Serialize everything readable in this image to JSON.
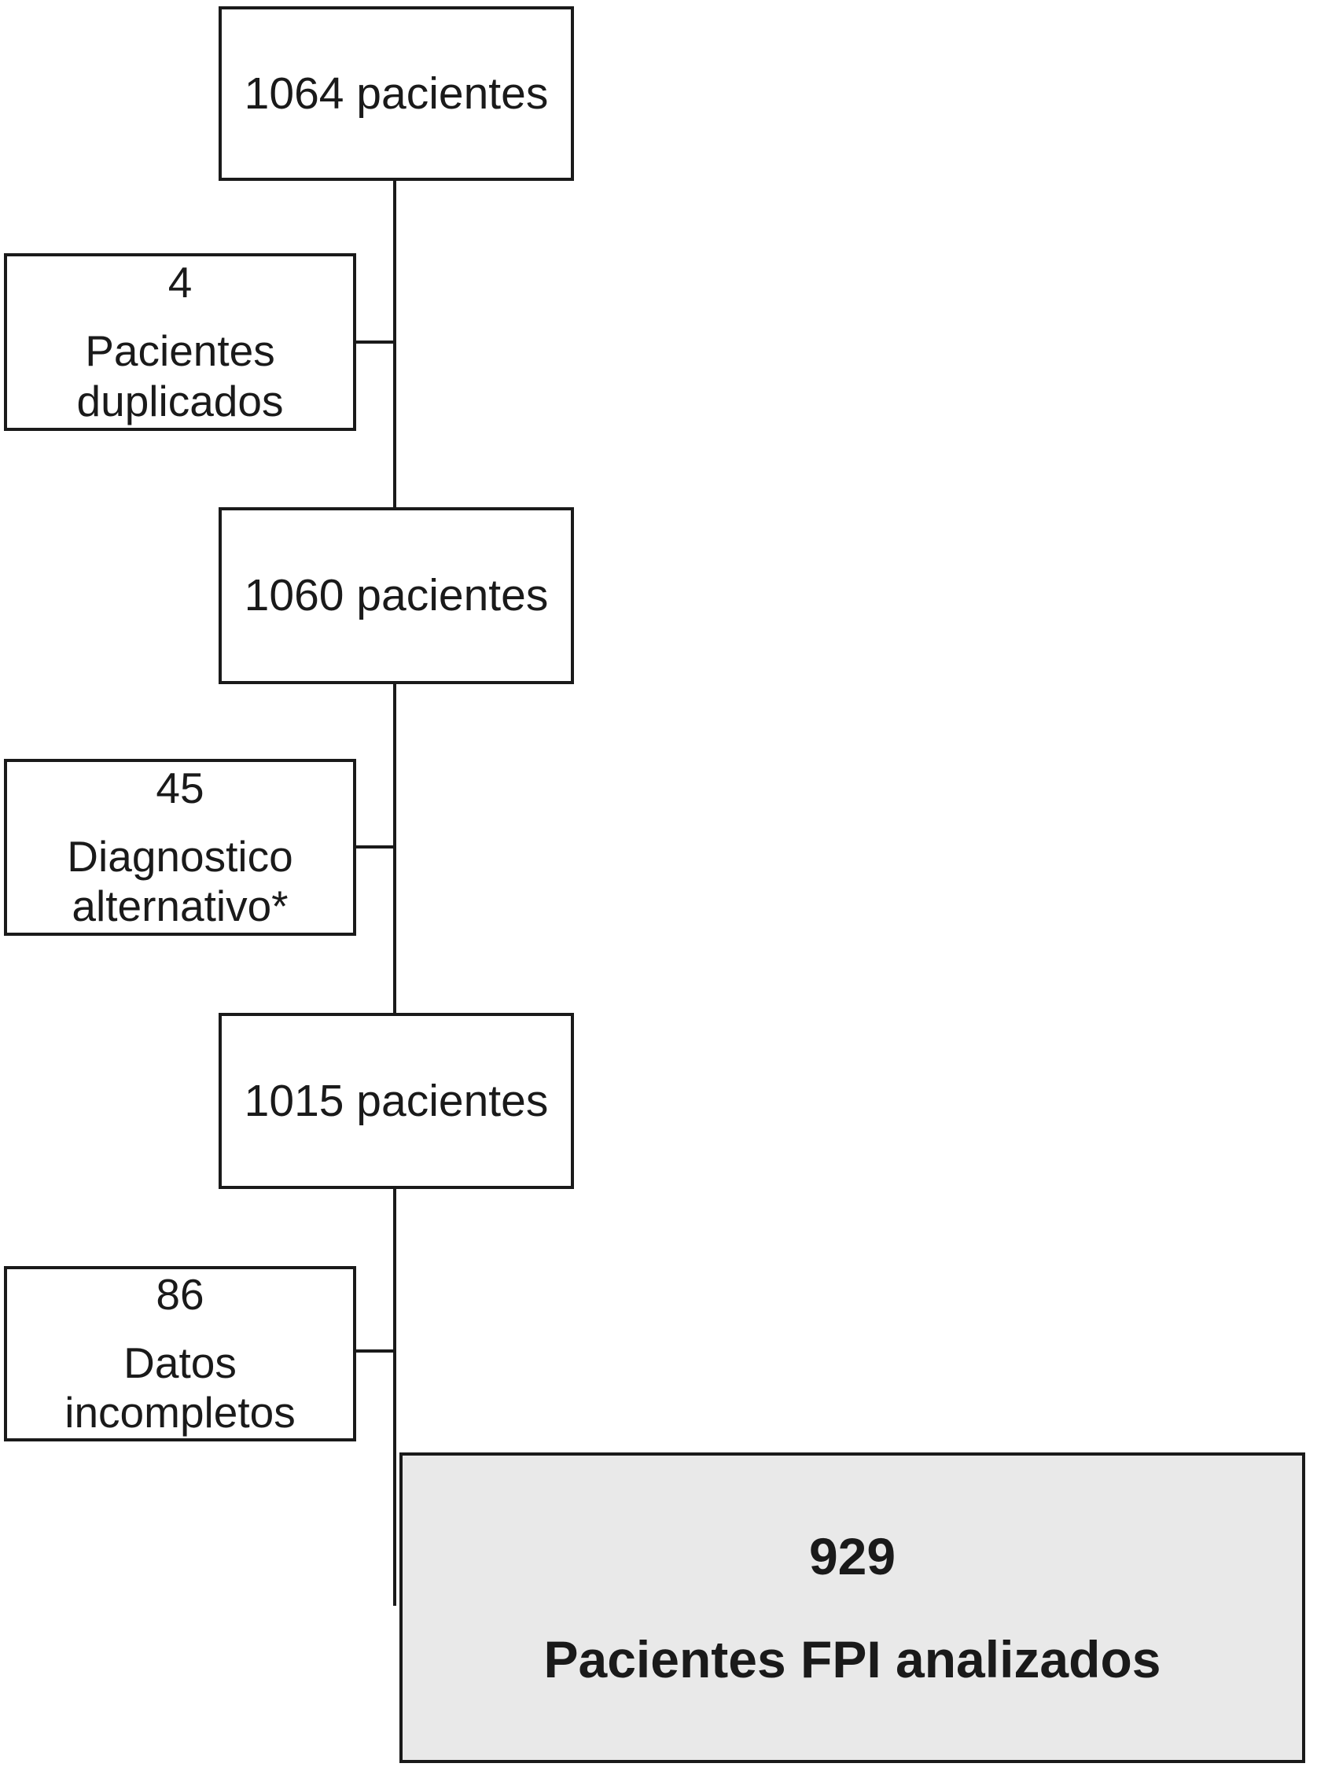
{
  "flowchart": {
    "stages": [
      {
        "label": "1064 pacientes"
      },
      {
        "label": "1060 pacientes"
      },
      {
        "label": "1015 pacientes"
      }
    ],
    "exclusions": [
      {
        "count": "4",
        "label": "Pacientes duplicados"
      },
      {
        "count": "45",
        "label": "Diagnostico alternativo*"
      },
      {
        "count": "86",
        "label": "Datos incompletos"
      }
    ],
    "final": {
      "count": "929",
      "label": "Pacientes FPI analizados"
    },
    "colors": {
      "line": "#1a1a1a",
      "box_fill": "#ffffff",
      "final_fill": "#e9e9e9"
    }
  }
}
